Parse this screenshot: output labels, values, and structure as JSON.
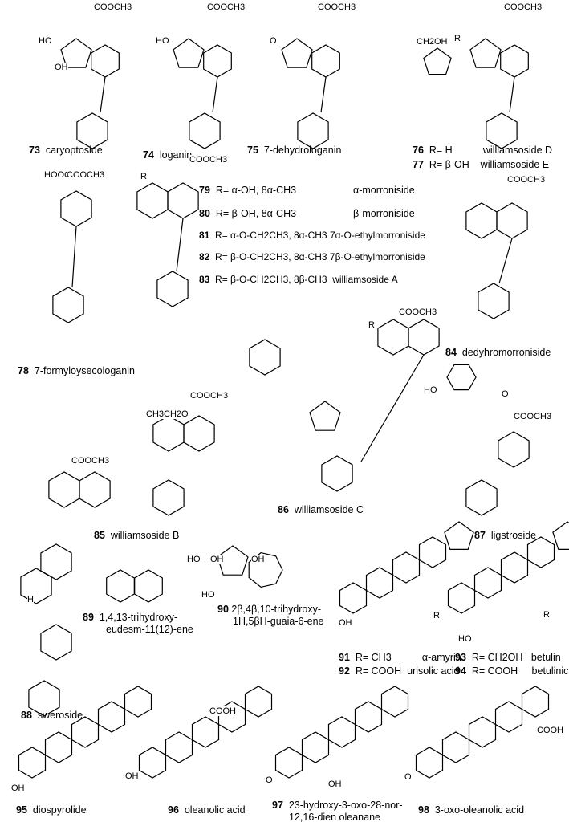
{
  "compounds": [
    {
      "num": "73",
      "name": "caryoptoside"
    },
    {
      "num": "74",
      "name": "loganin"
    },
    {
      "num": "75",
      "name": "7-dehydrologanin"
    },
    {
      "num": "76",
      "r": "R= H",
      "name": "williamsoside D"
    },
    {
      "num": "77",
      "r": "R= β-OH",
      "name": "williamsoside E"
    },
    {
      "num": "78",
      "name": "7-formyloysecologanin"
    },
    {
      "num": "79",
      "r": "R= α-OH, 8α-CH3",
      "name": "α-morroniside"
    },
    {
      "num": "80",
      "r": "R= β-OH, 8α-CH3",
      "name": "β-morroniside"
    },
    {
      "num": "81",
      "r": "R= α-O-CH2CH3, 8α-CH3",
      "name": "7α-O-ethylmorroniside"
    },
    {
      "num": "82",
      "r": "R= β-O-CH2CH3, 8α-CH3",
      "name": "7β-O-ethylmorroniside"
    },
    {
      "num": "83",
      "r": "R= β-O-CH2CH3, 8β-CH3",
      "name": "williamsoside A"
    },
    {
      "num": "84",
      "name": "dedyhromorroniside"
    },
    {
      "num": "85",
      "name": "williamsoside B"
    },
    {
      "num": "86",
      "name": "williamsoside C"
    },
    {
      "num": "87",
      "name": "ligstroside"
    },
    {
      "num": "88",
      "name": "sweroside"
    },
    {
      "num": "89",
      "name_line1": "1,4,13-trihydroxy-",
      "name_line2": "eudesm-11(12)-ene"
    },
    {
      "num": "90",
      "name_line1": "2β,4β,10-trihydroxy-",
      "name_line2": "1H,5βH-guaia-6-ene"
    },
    {
      "num": "91",
      "r": "R= CH3",
      "name": "α-amyrin"
    },
    {
      "num": "92",
      "r": "R= COOH",
      "name": "urisolic acid"
    },
    {
      "num": "93",
      "r": "R= CH2OH",
      "name": "betulin"
    },
    {
      "num": "94",
      "r": "R= COOH",
      "name": "betulinic acid"
    },
    {
      "num": "95",
      "name": "diospyrolide"
    },
    {
      "num": "96",
      "name": "oleanolic acid"
    },
    {
      "num": "97",
      "name_line1": "23-hydroxy-3-oxo-28-nor-",
      "name_line2": "12,16-dien oleanane"
    },
    {
      "num": "98",
      "name": "3-oxo-oleanolic acid"
    }
  ],
  "atoms": {
    "cooch3": "COOCH3",
    "ho": "HO",
    "oh": "OH",
    "o": "O",
    "r": "R",
    "hooc": "HOOC",
    "ch2oh_o": "CH2OH",
    "ch3ch2o": "CH3CH2O",
    "cooh": "COOH",
    "h": "H"
  }
}
